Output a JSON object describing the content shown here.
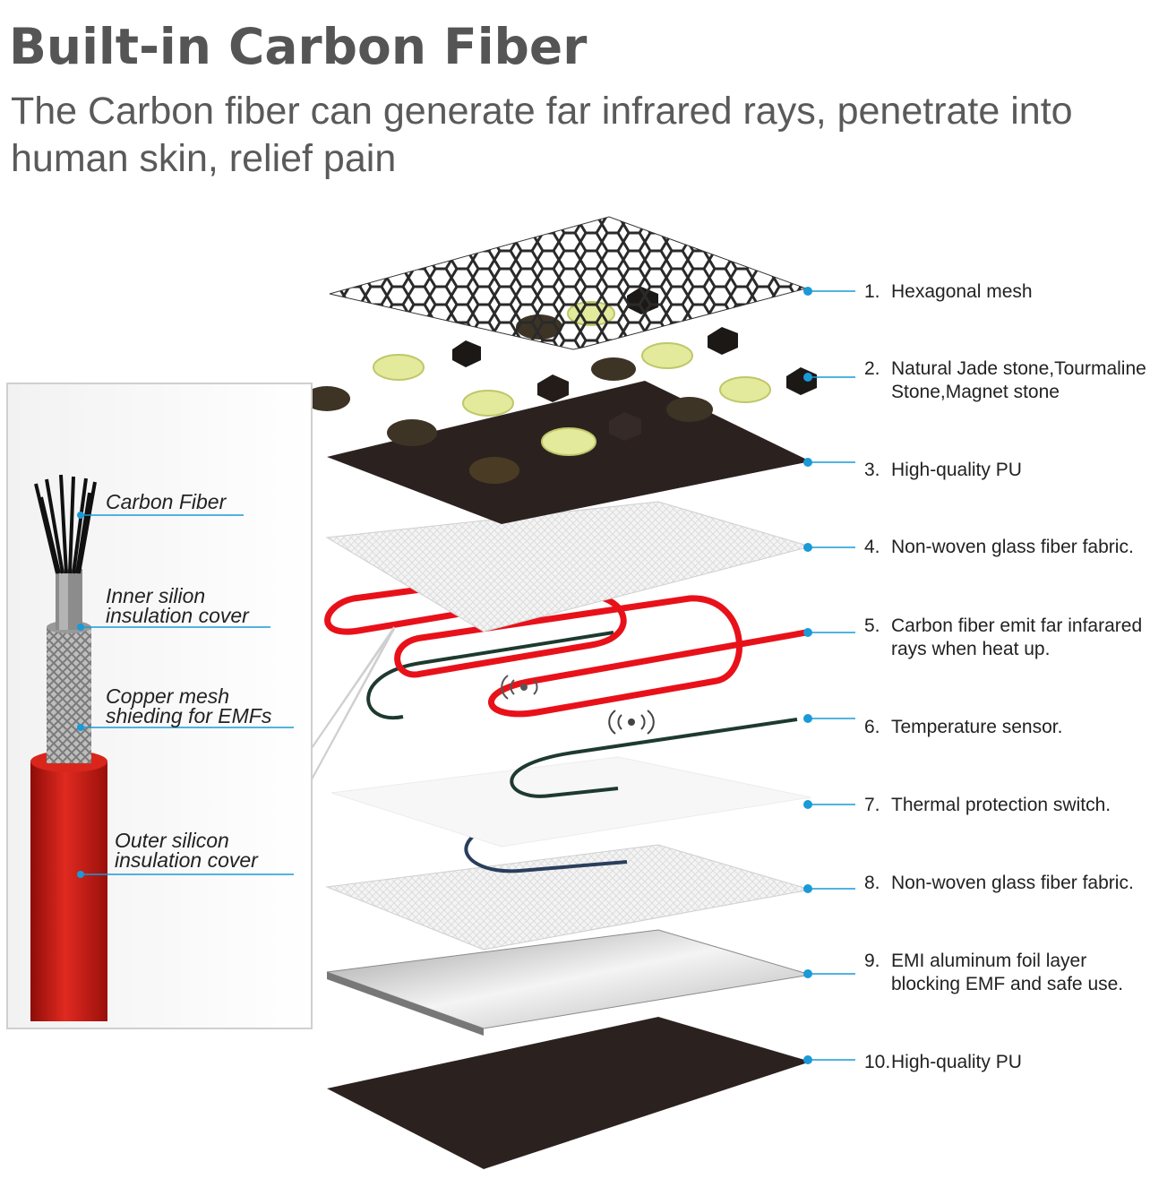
{
  "header": {
    "title": "Built-in Carbon Fiber",
    "subtitle": "The Carbon fiber can generate far infrared rays, penetrate into human skin, relief pain"
  },
  "layers": [
    {
      "number": "1.",
      "label": "Hexagonal mesh"
    },
    {
      "number": "2.",
      "label": "Natural Jade stone,Tourmaline Stone,Magnet stone"
    },
    {
      "number": "3.",
      "label": "High-quality PU"
    },
    {
      "number": "4.",
      "label": "Non-woven glass fiber fabric."
    },
    {
      "number": "5.",
      "label": "Carbon fiber emit far infarared rays when heat up."
    },
    {
      "number": "6.",
      "label": "Temperature sensor."
    },
    {
      "number": "7.",
      "label": "Thermal protection switch."
    },
    {
      "number": "8.",
      "label": "Non-woven glass fiber fabric."
    },
    {
      "number": "9.",
      "label": "EMI aluminum foil layer blocking EMF and safe use."
    },
    {
      "number": "10.",
      "label": "High-quality PU"
    }
  ],
  "cable_callout": {
    "labels": [
      "Carbon Fiber",
      "Inner silion insulation cover",
      "Copper mesh shieding for EMFs",
      "Outer silicon insulation cover"
    ]
  },
  "colors": {
    "title": "#555555",
    "leader_line": "#1a9ad6",
    "heating_wire": "#e8111a",
    "cable_red": "#c81a14",
    "pu_layer": "#2b2220",
    "sensor_wire": "#1e3a2e",
    "switch_wire": "#2a3e5c"
  }
}
